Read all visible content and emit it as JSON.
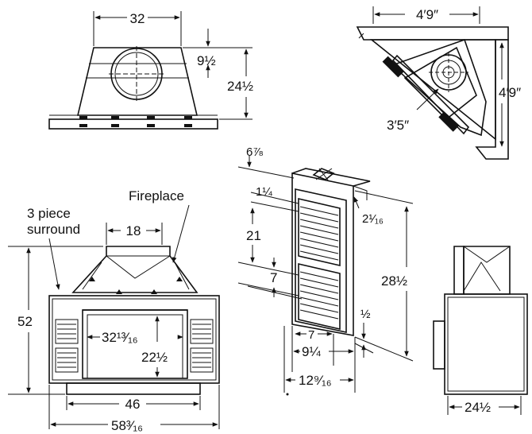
{
  "labels": {
    "top_view_width": "32",
    "top_view_flue_offset": "9½",
    "top_view_depth": "24½",
    "corner_width": "4′9″",
    "corner_depth": "4′9″",
    "corner_diagonal": "3′5″",
    "side_top_offset": "6⅞",
    "side_inner_offset": "1¼",
    "side_louver_upper": "21",
    "side_louver_lower": "7",
    "side_top_right": "2¹⁄₁₆",
    "side_height": "28½",
    "side_base": "½",
    "side_bottom_inner": "7",
    "side_bottom_mid": "9¼",
    "side_bottom_outer": "12⁹⁄₁₆",
    "front_surround": "3 piece\nsurround",
    "front_surround_line1": "3 piece",
    "front_surround_line2": "surround",
    "front_fireplace": "Fireplace",
    "front_hood_width": "18",
    "front_height": "52",
    "front_opening_width": "32¹³⁄₁₆",
    "front_opening_height": "22½",
    "front_base_width": "46",
    "front_overall_width": "58³⁄₁₆",
    "profile_depth": "24½"
  }
}
